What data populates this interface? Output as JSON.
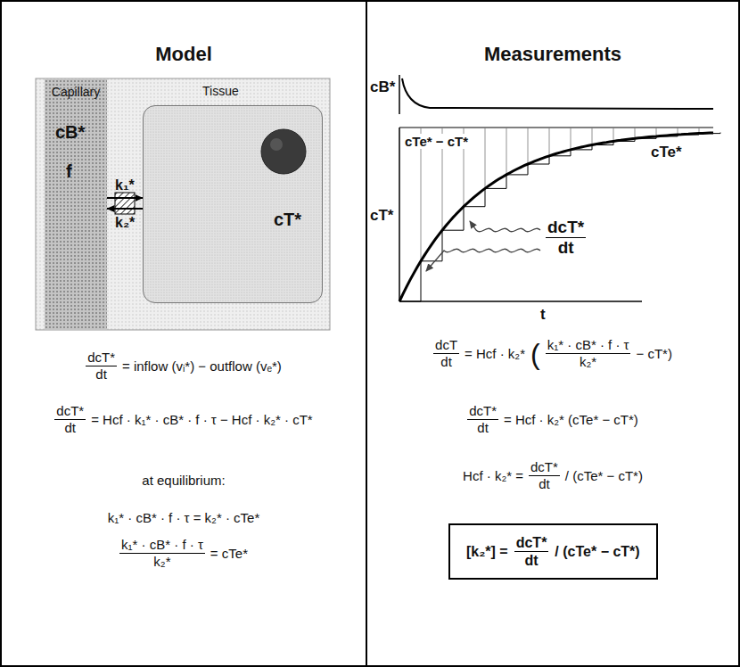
{
  "diagram": {
    "nodes": [
      {
        "text": [
          "Model"
        ]
      },
      {
        "text": [
          "Capillary",
          "cB*",
          "f"
        ],
        "in": 0
      },
      {
        "text": [
          "Tissue",
          "cT*"
        ],
        "in": 0
      },
      {
        "text": [
          "Measurements"
        ]
      },
      {
        "text": [
          "[k₂*] =",
          "dcT*",
          "dt",
          "/ (cTe* − cT*)"
        ],
        "in": 3
      }
    ],
    "edges": [
      {
        "from": 1,
        "to": 2,
        "arrow": "to",
        "label": "k₁*"
      },
      {
        "from": 2,
        "to": 1,
        "arrow": "to",
        "label": "k₂*"
      }
    ],
    "labels": [
      "dcT*",
      "dt",
      "= inflow (vᵢ*) − outflow (vₑ*)",
      "dcT*",
      "dt",
      "= Hcf · k₁* · cB* · f · τ − Hcf · k₂* · cT*",
      "at equilibrium:",
      "k₁* · cB* · f · τ = k₂* · cTe*",
      "k₁* · cB* · f · τ",
      "k₂*",
      "= cTe*",
      "cB*",
      "cT*",
      "cTe* − cT*",
      "cTe*",
      "dcT*",
      "dt",
      "t",
      "dcT",
      "dt",
      "= Hcf · k₂*",
      "(",
      "k₁* · cB* · f · τ",
      "k₂*",
      "− cT*)",
      "dcT*",
      "dt",
      "= Hcf · k₂* (cTe* − cT*)",
      "Hcf · k₂* =",
      "dcT*",
      "dt",
      "/ (cTe* − cT*)"
    ]
  }
}
